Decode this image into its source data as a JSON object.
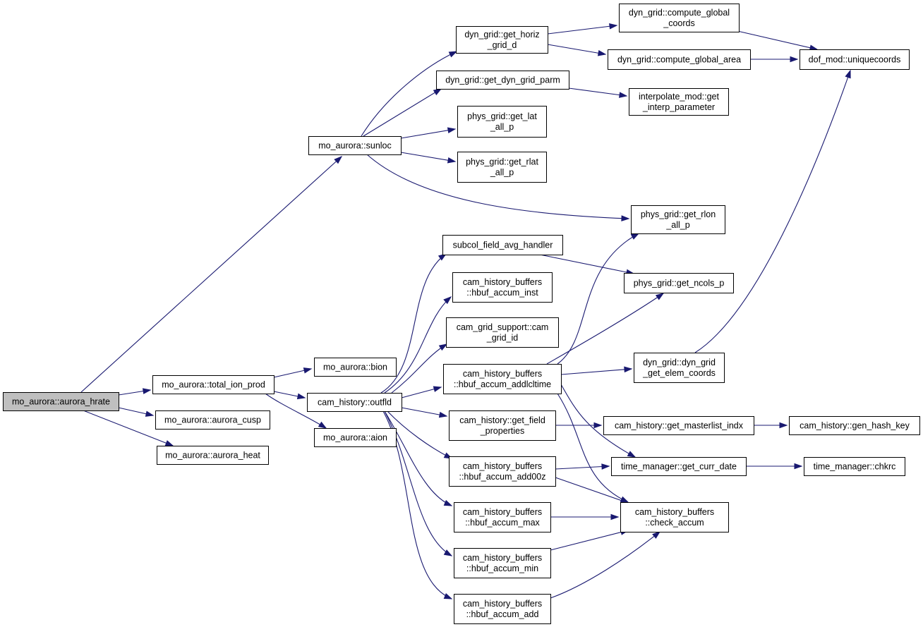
{
  "chart_data": {
    "type": "call-graph",
    "nodes": [
      {
        "id": "aurora_hrate",
        "lines": [
          "mo_aurora::aurora_hrate"
        ],
        "root": true
      },
      {
        "id": "total_ion_prod",
        "lines": [
          "mo_aurora::total_ion_prod"
        ]
      },
      {
        "id": "aurora_cusp",
        "lines": [
          "mo_aurora::aurora_cusp"
        ]
      },
      {
        "id": "aurora_heat",
        "lines": [
          "mo_aurora::aurora_heat"
        ]
      },
      {
        "id": "sunloc",
        "lines": [
          "mo_aurora::sunloc"
        ]
      },
      {
        "id": "bion",
        "lines": [
          "mo_aurora::bion"
        ]
      },
      {
        "id": "outfld",
        "lines": [
          "cam_history::outfld"
        ]
      },
      {
        "id": "aion",
        "lines": [
          "mo_aurora::aion"
        ]
      },
      {
        "id": "get_horiz_grid_d",
        "lines": [
          "dyn_grid::get_horiz",
          "_grid_d"
        ]
      },
      {
        "id": "get_dyn_grid_parm",
        "lines": [
          "dyn_grid::get_dyn_grid_parm"
        ]
      },
      {
        "id": "get_lat_all_p",
        "lines": [
          "phys_grid::get_lat",
          "_all_p"
        ]
      },
      {
        "id": "get_rlat_all_p",
        "lines": [
          "phys_grid::get_rlat",
          "_all_p"
        ]
      },
      {
        "id": "subcol_field_avg_handler",
        "lines": [
          "subcol_field_avg_handler"
        ]
      },
      {
        "id": "hbuf_accum_inst",
        "lines": [
          "cam_history_buffers",
          "::hbuf_accum_inst"
        ]
      },
      {
        "id": "cam_grid_id",
        "lines": [
          "cam_grid_support::cam",
          "_grid_id"
        ]
      },
      {
        "id": "hbuf_accum_addlcltime",
        "lines": [
          "cam_history_buffers",
          "::hbuf_accum_addlcltime"
        ]
      },
      {
        "id": "get_field_properties",
        "lines": [
          "cam_history::get_field",
          "_properties"
        ]
      },
      {
        "id": "hbuf_accum_add00z",
        "lines": [
          "cam_history_buffers",
          "::hbuf_accum_add00z"
        ]
      },
      {
        "id": "hbuf_accum_max",
        "lines": [
          "cam_history_buffers",
          "::hbuf_accum_max"
        ]
      },
      {
        "id": "hbuf_accum_min",
        "lines": [
          "cam_history_buffers",
          "::hbuf_accum_min"
        ]
      },
      {
        "id": "hbuf_accum_add",
        "lines": [
          "cam_history_buffers",
          "::hbuf_accum_add"
        ]
      },
      {
        "id": "compute_global_coords",
        "lines": [
          "dyn_grid::compute_global",
          "_coords"
        ]
      },
      {
        "id": "compute_global_area",
        "lines": [
          "dyn_grid::compute_global_area"
        ]
      },
      {
        "id": "get_interp_parameter",
        "lines": [
          "interpolate_mod::get",
          "_interp_parameter"
        ]
      },
      {
        "id": "get_rlon_all_p",
        "lines": [
          "phys_grid::get_rlon",
          "_all_p"
        ]
      },
      {
        "id": "get_ncols_p",
        "lines": [
          "phys_grid::get_ncols_p"
        ]
      },
      {
        "id": "dyn_grid_get_elem_coords",
        "lines": [
          "dyn_grid::dyn_grid",
          "_get_elem_coords"
        ]
      },
      {
        "id": "get_masterlist_indx",
        "lines": [
          "cam_history::get_masterlist_indx"
        ]
      },
      {
        "id": "get_curr_date",
        "lines": [
          "time_manager::get_curr_date"
        ]
      },
      {
        "id": "check_accum",
        "lines": [
          "cam_history_buffers",
          "::check_accum"
        ]
      },
      {
        "id": "uniquecoords",
        "lines": [
          "dof_mod::uniquecoords"
        ]
      },
      {
        "id": "gen_hash_key",
        "lines": [
          "cam_history::gen_hash_key"
        ]
      },
      {
        "id": "chkrc",
        "lines": [
          "time_manager::chkrc"
        ]
      }
    ],
    "edges": [
      [
        "aurora_hrate",
        "sunloc"
      ],
      [
        "aurora_hrate",
        "total_ion_prod"
      ],
      [
        "aurora_hrate",
        "aurora_cusp"
      ],
      [
        "aurora_hrate",
        "aurora_heat"
      ],
      [
        "total_ion_prod",
        "bion"
      ],
      [
        "total_ion_prod",
        "outfld"
      ],
      [
        "total_ion_prod",
        "aion"
      ],
      [
        "sunloc",
        "get_horiz_grid_d"
      ],
      [
        "sunloc",
        "get_dyn_grid_parm"
      ],
      [
        "sunloc",
        "get_lat_all_p"
      ],
      [
        "sunloc",
        "get_rlat_all_p"
      ],
      [
        "sunloc",
        "get_rlon_all_p"
      ],
      [
        "get_horiz_grid_d",
        "compute_global_coords"
      ],
      [
        "get_horiz_grid_d",
        "compute_global_area"
      ],
      [
        "compute_global_coords",
        "uniquecoords"
      ],
      [
        "compute_global_area",
        "uniquecoords"
      ],
      [
        "get_dyn_grid_parm",
        "get_interp_parameter"
      ],
      [
        "outfld",
        "subcol_field_avg_handler"
      ],
      [
        "outfld",
        "hbuf_accum_inst"
      ],
      [
        "outfld",
        "cam_grid_id"
      ],
      [
        "outfld",
        "hbuf_accum_addlcltime"
      ],
      [
        "outfld",
        "get_field_properties"
      ],
      [
        "outfld",
        "hbuf_accum_add00z"
      ],
      [
        "outfld",
        "hbuf_accum_max"
      ],
      [
        "outfld",
        "hbuf_accum_min"
      ],
      [
        "outfld",
        "hbuf_accum_add"
      ],
      [
        "subcol_field_avg_handler",
        "get_ncols_p"
      ],
      [
        "hbuf_accum_addlcltime",
        "get_rlon_all_p"
      ],
      [
        "hbuf_accum_addlcltime",
        "get_ncols_p"
      ],
      [
        "hbuf_accum_addlcltime",
        "dyn_grid_get_elem_coords"
      ],
      [
        "hbuf_accum_addlcltime",
        "get_curr_date"
      ],
      [
        "hbuf_accum_addlcltime",
        "check_accum"
      ],
      [
        "dyn_grid_get_elem_coords",
        "uniquecoords"
      ],
      [
        "get_field_properties",
        "get_masterlist_indx"
      ],
      [
        "get_masterlist_indx",
        "gen_hash_key"
      ],
      [
        "hbuf_accum_add00z",
        "get_curr_date"
      ],
      [
        "hbuf_accum_add00z",
        "check_accum"
      ],
      [
        "get_curr_date",
        "chkrc"
      ],
      [
        "hbuf_accum_max",
        "check_accum"
      ],
      [
        "hbuf_accum_min",
        "check_accum"
      ],
      [
        "hbuf_accum_add",
        "check_accum"
      ]
    ]
  }
}
